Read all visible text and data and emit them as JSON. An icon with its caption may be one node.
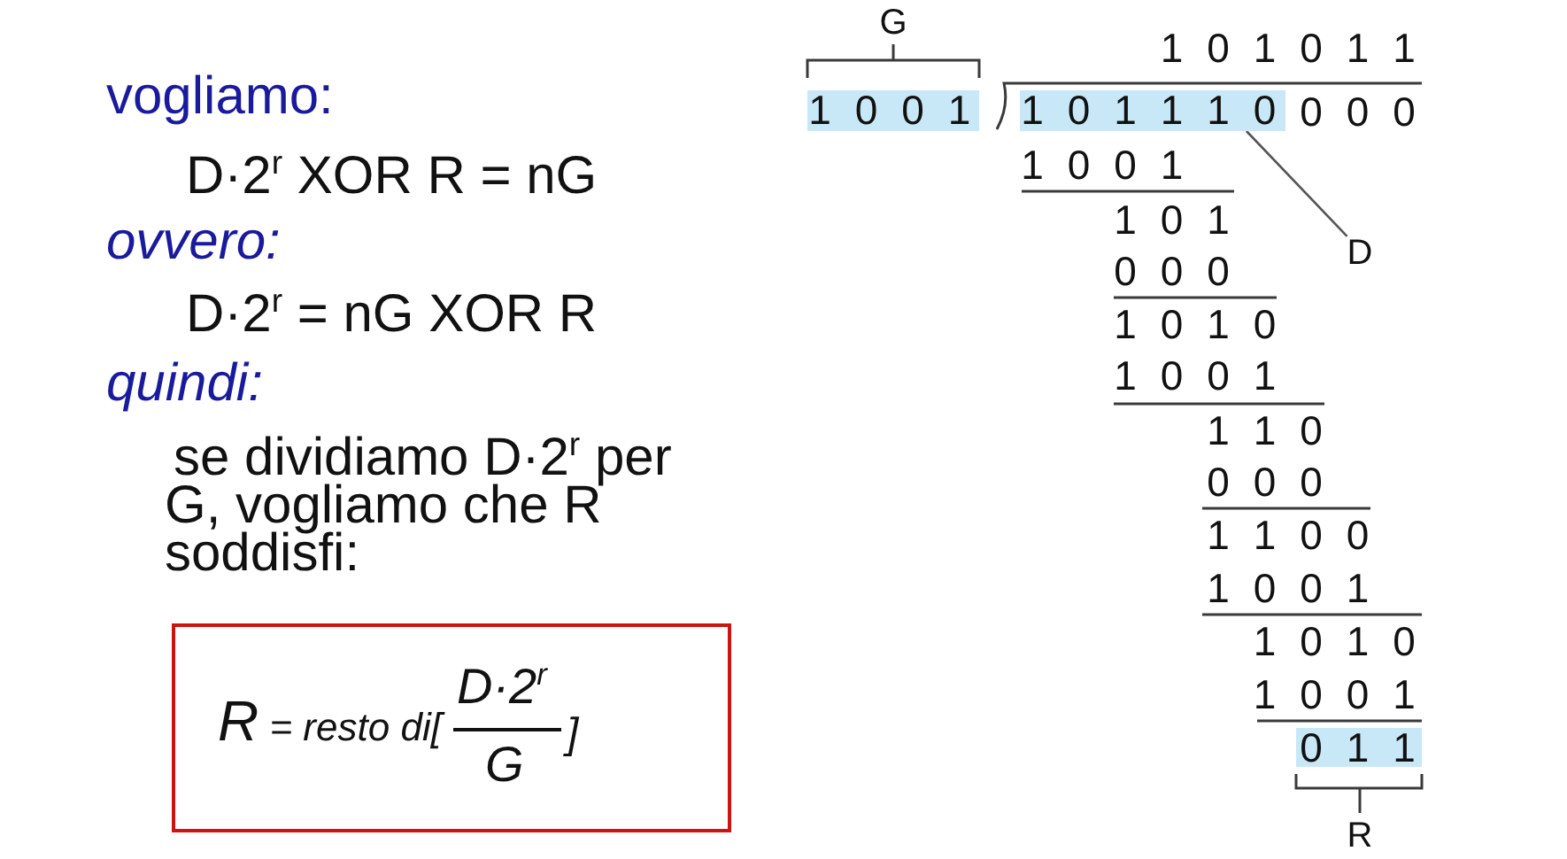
{
  "diagram": {
    "nodes": [
      {
        "text": [
          "R = resto di[",
          "D·2$^{r}$",
          "G",
          "]"
        ]
      },
      {
        "text": [
          "1 0 0 1"
        ],
        "beside": [
          "G"
        ]
      },
      {
        "text": [
          "1 0 1 1 1 0"
        ]
      },
      {
        "text": [
          "D"
        ]
      },
      {
        "text": [
          "0 1 1"
        ],
        "beside": [
          "R"
        ]
      }
    ],
    "edges": [
      {
        "from": 3,
        "to": 2,
        "arrow": "none"
      }
    ],
    "labels": [
      "vogliamo:",
      "D·2$^{r}$ XOR R = nG",
      "ovvero:",
      "D·2$^{r}$ = nG XOR R",
      "quindi:",
      "se dividiamo D·2$^{r}$ per G, vogliamo che R soddisfi:",
      "1 0 1 0 1 1",
      "0 0 0",
      "1 0 0 1",
      "1 0 1",
      "0 0 0",
      "1 0 1 0",
      "1 0 0 1",
      "1 1 0",
      "0 0 0",
      "1 1 0 0",
      "1 0 0 1",
      "1 0 1 0",
      "1 0 0 1"
    ]
  }
}
